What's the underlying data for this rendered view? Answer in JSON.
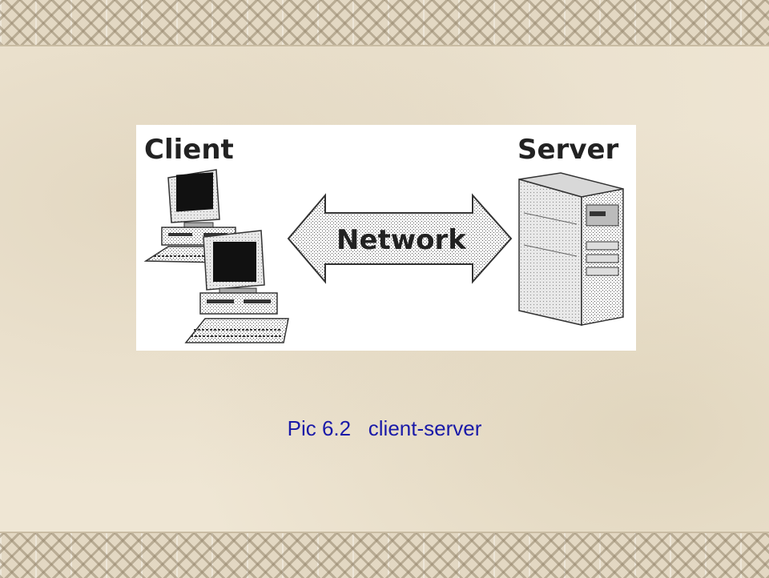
{
  "diagram": {
    "client_label": "Client",
    "server_label": "Server",
    "network_label": "Network"
  },
  "caption": {
    "text": "Pic 6.2   client-server"
  },
  "colors": {
    "caption": "#1a1aa8",
    "background": "#efe6d4",
    "panel": "#ffffff"
  }
}
